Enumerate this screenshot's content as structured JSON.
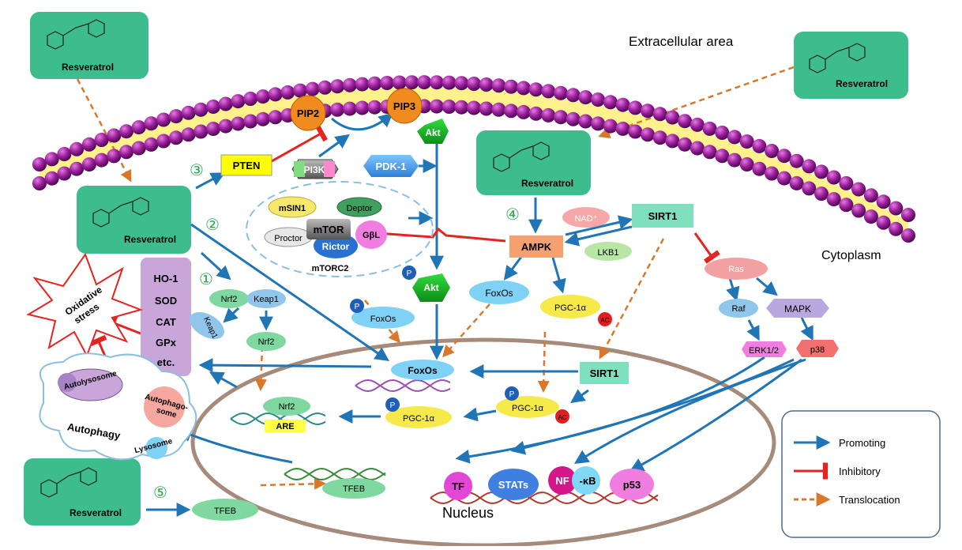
{
  "areas": {
    "extracellular": "Extracellular area",
    "cytoplasm": "Cytoplasm",
    "nucleus": "Nucleus"
  },
  "resveratrol_label": "Resveratrol",
  "steps": {
    "s1": "①",
    "s2": "②",
    "s3": "③",
    "s4": "④",
    "s5": "⑤"
  },
  "membrane_proteins": {
    "pip2": "PIP2",
    "pip3": "PIP3",
    "akt": "Akt",
    "pten": "PTEN",
    "pi3k": "PI3K",
    "pdk1": "PDK-1"
  },
  "mtorc2": {
    "msin1": "mSIN1",
    "deptor": "Deptor",
    "mtor": "mTOR",
    "proctor": "Proctor",
    "gbl": "GβL",
    "rictor": "Rictor",
    "complex": "mTORC2"
  },
  "ampk_path": {
    "nad": "NAD⁺",
    "sirt1": "SIRT1",
    "ampk": "AMPK",
    "lkb1": "LKB1",
    "foxos": "FoxOs",
    "pgc1a": "PGC-1α",
    "ac": "AC",
    "p": "P",
    "akt": "Akt"
  },
  "mapk_path": {
    "ras": "Ras",
    "raf": "Raf",
    "mapk": "MAPK",
    "erk": "ERK1/2",
    "p38": "p38"
  },
  "antioxidants": [
    "HO-1",
    "SOD",
    "CAT",
    "GPx",
    "etc."
  ],
  "oxidative_stress": [
    "Oxidative",
    "stress"
  ],
  "nrf2_path": {
    "nrf2": "Nrf2",
    "keap1": "Keap1",
    "are": "ARE"
  },
  "autophagy": {
    "autolysosome": "Autolysosome",
    "autophagosome": [
      "Autophago-",
      "some"
    ],
    "lysosome": "Lysosome",
    "autophagy": "Autophagy"
  },
  "nucleus_items": {
    "foxos": "FoxOs",
    "sirt1": "SIRT1",
    "pgc1a": "PGC-1α",
    "tfeb": "TFEB",
    "nrf2": "Nrf2",
    "are": "ARE"
  },
  "tfs": {
    "tf": "TF",
    "stats": "STATs",
    "nf": "NF",
    "kb": "-κB",
    "p53": "p53"
  },
  "tfeb_cyto": "TFEB",
  "legend": {
    "promoting": "Promoting",
    "inhibitory": "Inhibitory",
    "translocation": "Translocation"
  },
  "colors": {
    "resveratrol_box": "#3dbd8d",
    "membrane_head": "#8e1a8e",
    "promoting": "#1f75b5",
    "inhibitory": "#e52321",
    "translocation": "#d9782b",
    "nucleus_border": "#a68b7a"
  }
}
